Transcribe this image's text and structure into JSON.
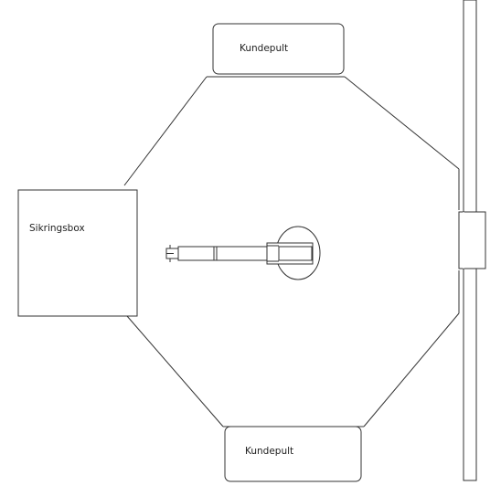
{
  "diagram": {
    "labels": {
      "customer_desk_top": "Kundepult",
      "customer_desk_bottom": "Kundepult",
      "fuse_box": "Sikringsbox"
    },
    "colors": {
      "stroke": "#333333",
      "background": "#ffffff",
      "text": "#222222"
    }
  }
}
